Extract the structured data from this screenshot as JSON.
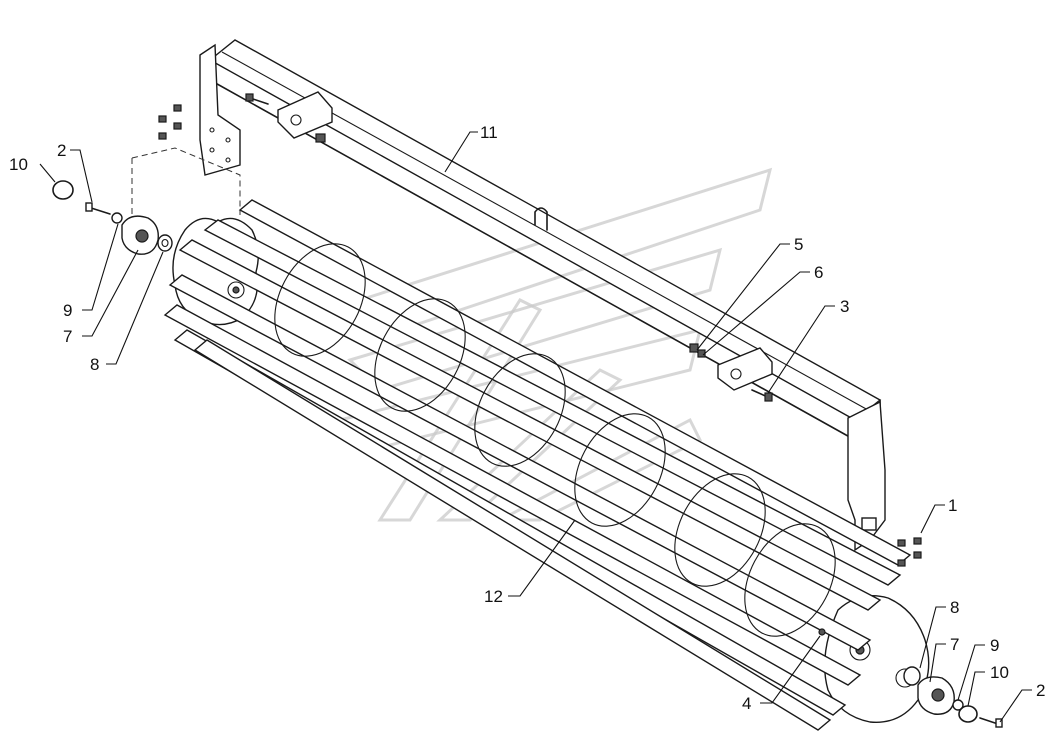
{
  "callouts": [
    {
      "id": "c10a",
      "text": "10"
    },
    {
      "id": "c2a",
      "text": "2"
    },
    {
      "id": "c9a",
      "text": "9"
    },
    {
      "id": "c7a",
      "text": "7"
    },
    {
      "id": "c8a",
      "text": "8"
    },
    {
      "id": "c11",
      "text": "11"
    },
    {
      "id": "c5",
      "text": "5"
    },
    {
      "id": "c6",
      "text": "6"
    },
    {
      "id": "c3",
      "text": "3"
    },
    {
      "id": "c1",
      "text": "1"
    },
    {
      "id": "c12",
      "text": "12"
    },
    {
      "id": "c8b",
      "text": "8"
    },
    {
      "id": "c7b",
      "text": "7"
    },
    {
      "id": "c9b",
      "text": "9"
    },
    {
      "id": "c10b",
      "text": "10"
    },
    {
      "id": "c2b",
      "text": "2"
    },
    {
      "id": "c4",
      "text": "4"
    }
  ]
}
